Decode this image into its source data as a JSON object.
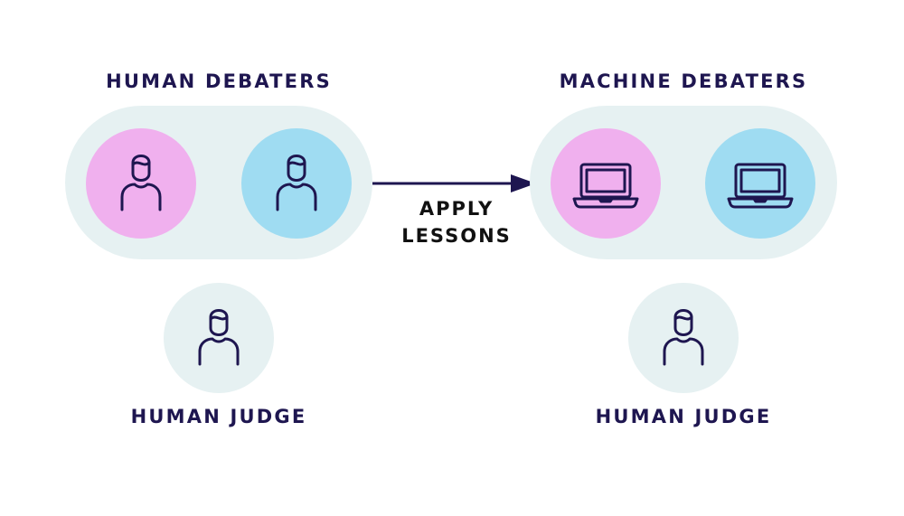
{
  "left_group": {
    "title": "HUMAN DEBATERS",
    "debaters": [
      {
        "icon": "person-icon",
        "color": "#f0b0ee"
      },
      {
        "icon": "person-icon",
        "color": "#9fdcf2"
      }
    ],
    "judge": {
      "label": "HUMAN JUDGE",
      "icon": "person-icon",
      "color": "#e6f1f2"
    }
  },
  "arrow": {
    "label_line1": "APPLY",
    "label_line2": "LESSONS",
    "color": "#1e1650"
  },
  "right_group": {
    "title": "MACHINE DEBATERS",
    "debaters": [
      {
        "icon": "laptop-icon",
        "color": "#f0b0ee"
      },
      {
        "icon": "laptop-icon",
        "color": "#9fdcf2"
      }
    ],
    "judge": {
      "label": "HUMAN JUDGE",
      "icon": "person-icon",
      "color": "#e6f1f2"
    }
  }
}
